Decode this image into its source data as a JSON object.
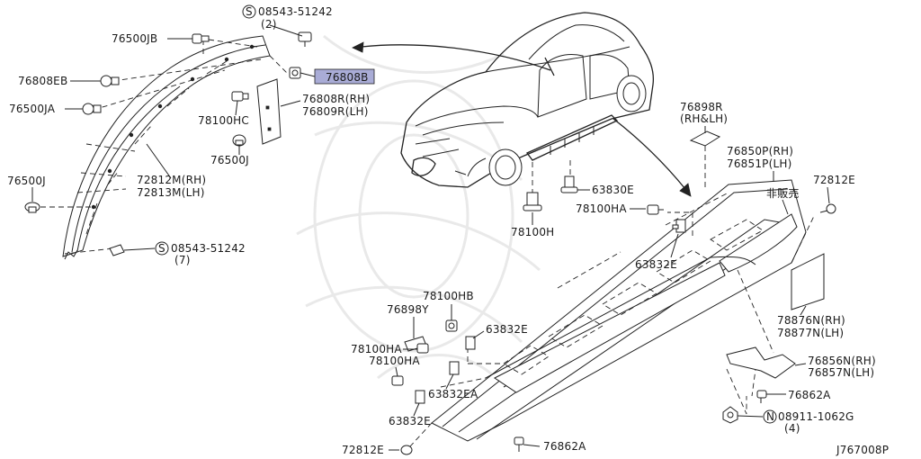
{
  "callouts": {
    "screw_top_part": "08543-51242",
    "screw_top_qty": "(2)",
    "screw_top_prefix": "S",
    "p76500JB": "76500JB",
    "p76808EB": "76808EB",
    "p76500JA": "76500JA",
    "p76808B": "76808B",
    "p76808R": "76808R(RH)",
    "p76809R": "76809R(LH)",
    "p78100HC": "78100HC",
    "p76500J_mid": "76500J",
    "p76500J_left": "76500J",
    "p72812M": "72812M(RH)",
    "p72813M": "72813M(LH)",
    "screw_bottom_part": "08543-51242",
    "screw_bottom_qty": "(7)",
    "screw_bottom_prefix": "S",
    "p76898R": "76898R",
    "p76898R_side": "(RH&LH)",
    "p76850P": "76850P(RH)",
    "p76851P": "76851P(LH)",
    "p72812E_right": "72812E",
    "p63830E": "63830E",
    "p78100HA_top": "78100HA",
    "not_for_sale": "非販売",
    "p78100H": "78100H",
    "p63832E_top": "63832E",
    "p78100HB": "78100HB",
    "p76898Y": "76898Y",
    "p63832E_mid": "63832E",
    "p78100HA_mid": "78100HA",
    "p78100HA_low": "78100HA",
    "p63832EA": "63832EA",
    "p63832E_low": "63832E",
    "p78876N": "78876N(RH)",
    "p78877N": "78877N(LH)",
    "p76856N": "76856N(RH)",
    "p76857N": "76857N(LH)",
    "p76862A_right": "76862A",
    "nut_part": "08911-1062G",
    "nut_qty": "(4)",
    "nut_prefix": "N",
    "p72812E_bottom": "72812E",
    "p76862A_bottom": "76862A"
  },
  "diagram_id": "J767008P",
  "highlight_color": "#a9acd6"
}
